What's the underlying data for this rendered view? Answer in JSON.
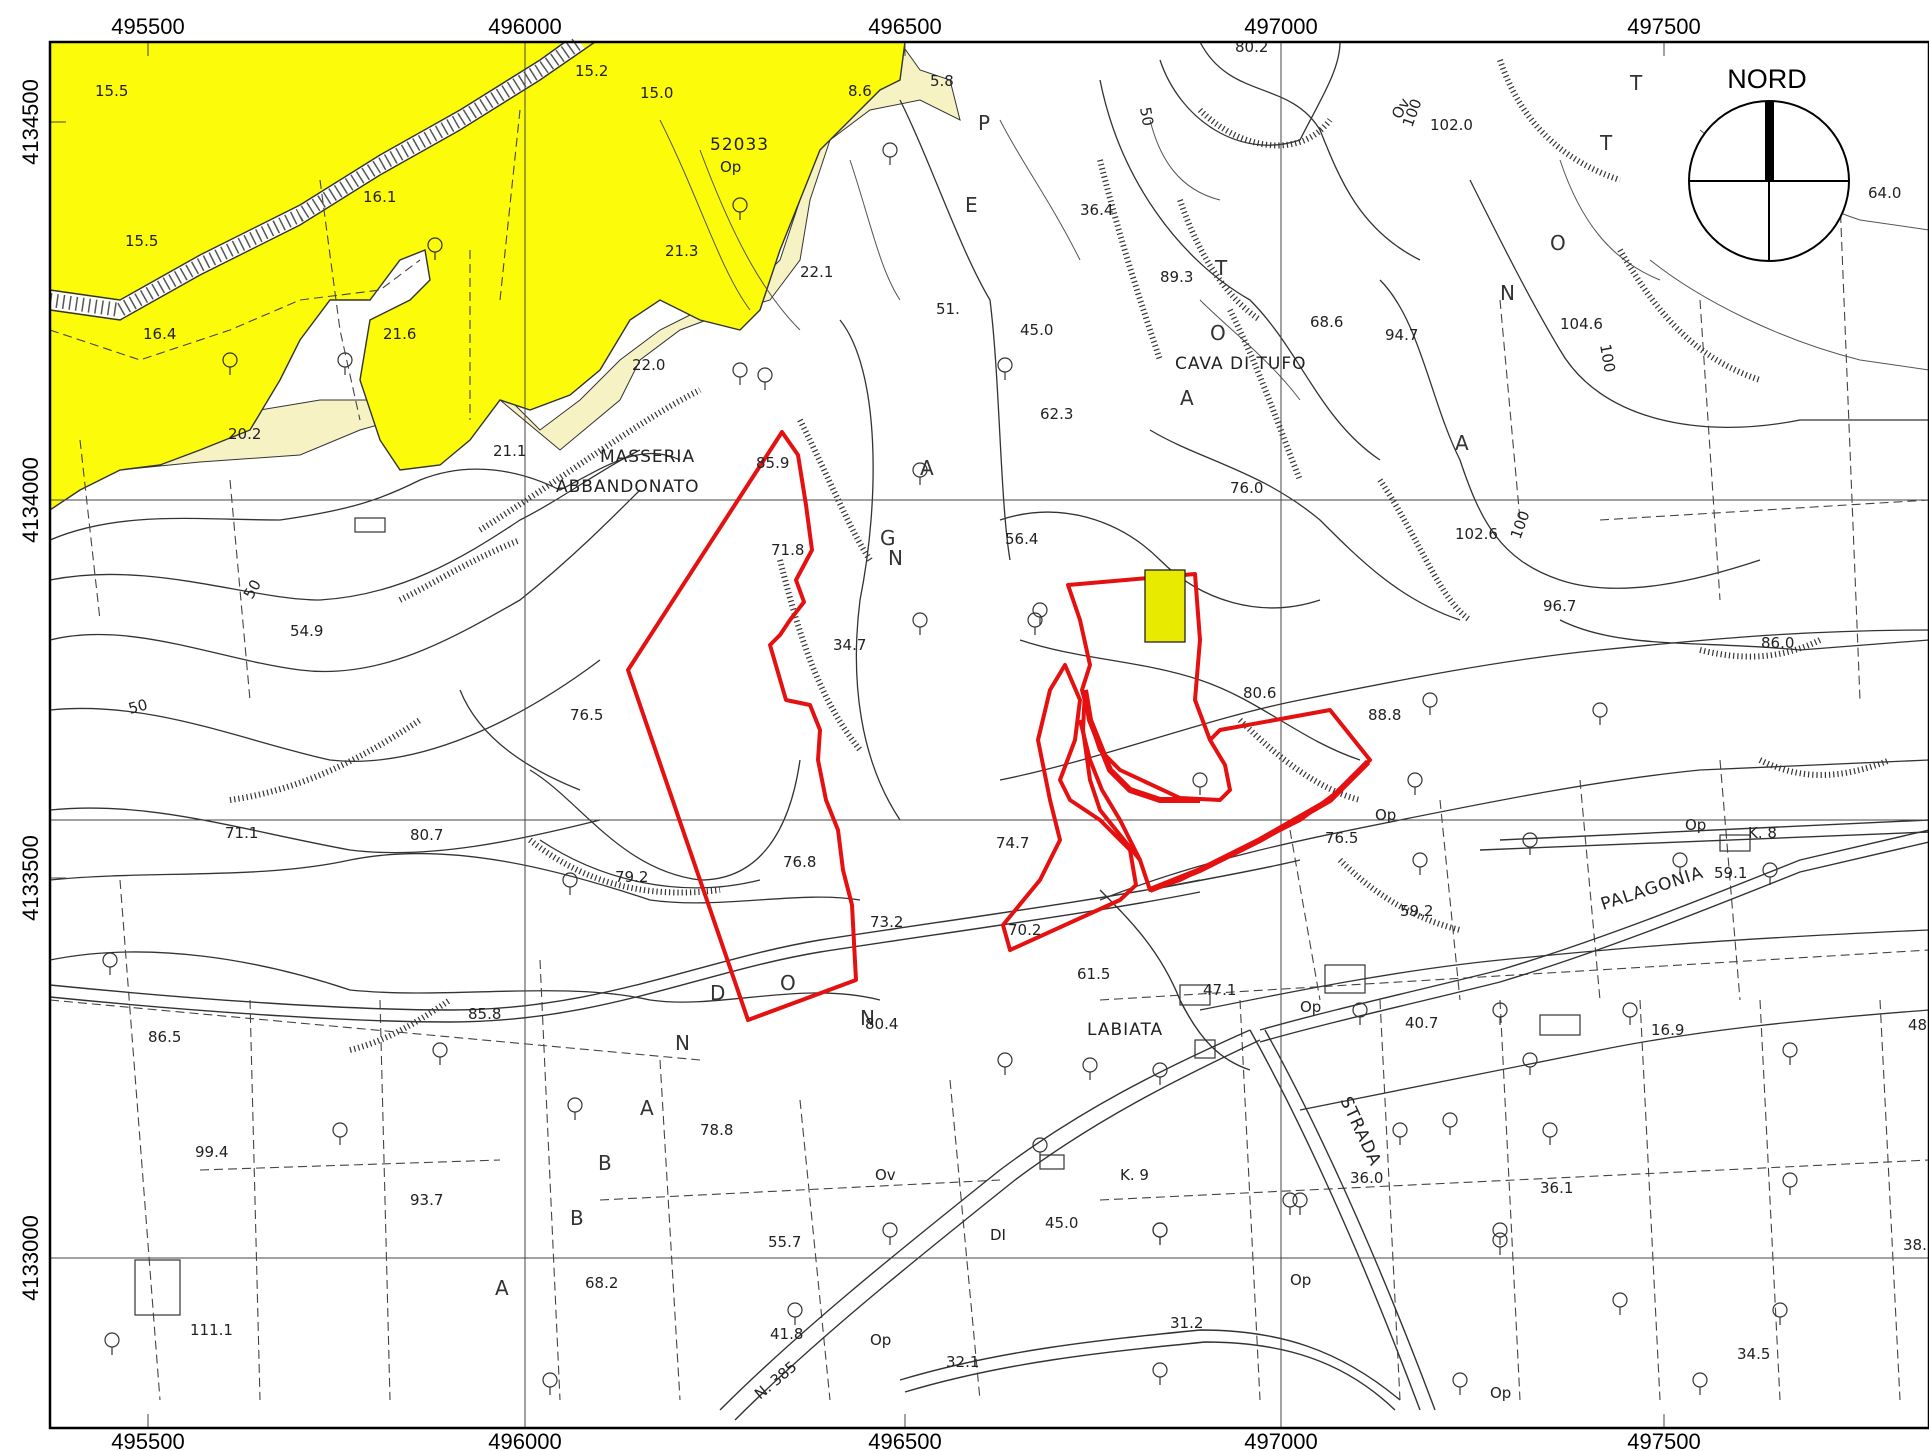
{
  "map": {
    "north_label": "NORD",
    "x_ticks": [
      "495500",
      "496000",
      "496500",
      "497000",
      "497500"
    ],
    "y_ticks": [
      "4134500",
      "4134000",
      "4133500",
      "4133000"
    ],
    "place_names": {
      "masseria": "MASSERIA",
      "abbandonato_top": "ABBANDONATO",
      "cava_di_tufo": "CAVA DI TUFO",
      "labiata": "LABIATA",
      "palagonia": "PALAGONIA",
      "strada": "STRADA",
      "road_k9": "K. 9",
      "road_k8": "K. 8",
      "road_n385": "N. 385",
      "road_di": "DI",
      "parcel_id": "52033",
      "op": "Op",
      "ov": "Ov",
      "contour_50": "50",
      "contour_100": "100"
    },
    "valley_letters_1": [
      "A",
      "N",
      "G",
      "E",
      "P"
    ],
    "valley_letters_2": [
      "A",
      "B",
      "B",
      "A",
      "N",
      "D",
      "O",
      "N",
      "A",
      "T",
      "O"
    ],
    "valley_letters_3": [
      "A",
      "N",
      "O",
      "T",
      "T"
    ],
    "elevations": [
      "15.5",
      "15.2",
      "15.0",
      "8.6",
      "5.8",
      "80.2",
      "102.0",
      "16.1",
      "15.5",
      "21.3",
      "36.4",
      "64.0",
      "22.1",
      "51.",
      "45.0",
      "89.3",
      "68.6",
      "94.7",
      "104.6",
      "16.4",
      "21.6",
      "22.0",
      "20.2",
      "21.1",
      "62.3",
      "85.9",
      "76.0",
      "102.6",
      "71.8",
      "56.4",
      "96.7",
      "54.9",
      "34.7",
      "86.0",
      "76.5",
      "80.6",
      "88.8",
      "71.1",
      "80.7",
      "79.2",
      "76.8",
      "74.7",
      "76.5",
      "59.1",
      "73.2",
      "70.2",
      "59.2",
      "61.5",
      "47.1",
      "85.8",
      "86.5",
      "80.4",
      "40.7",
      "16.9",
      "78.8",
      "99.4",
      "36.0",
      "36.1",
      "93.7",
      "45.0",
      "55.7",
      "68.2",
      "111.1",
      "41.8",
      "31.2",
      "32.1",
      "34.5",
      "38.",
      "48"
    ],
    "colors": {
      "zone_yellow": "#fbfb0a",
      "zone_cream": "#f7f2c4",
      "boundary_red": "#e51010",
      "marker_yellow": "#e8ea00"
    }
  }
}
